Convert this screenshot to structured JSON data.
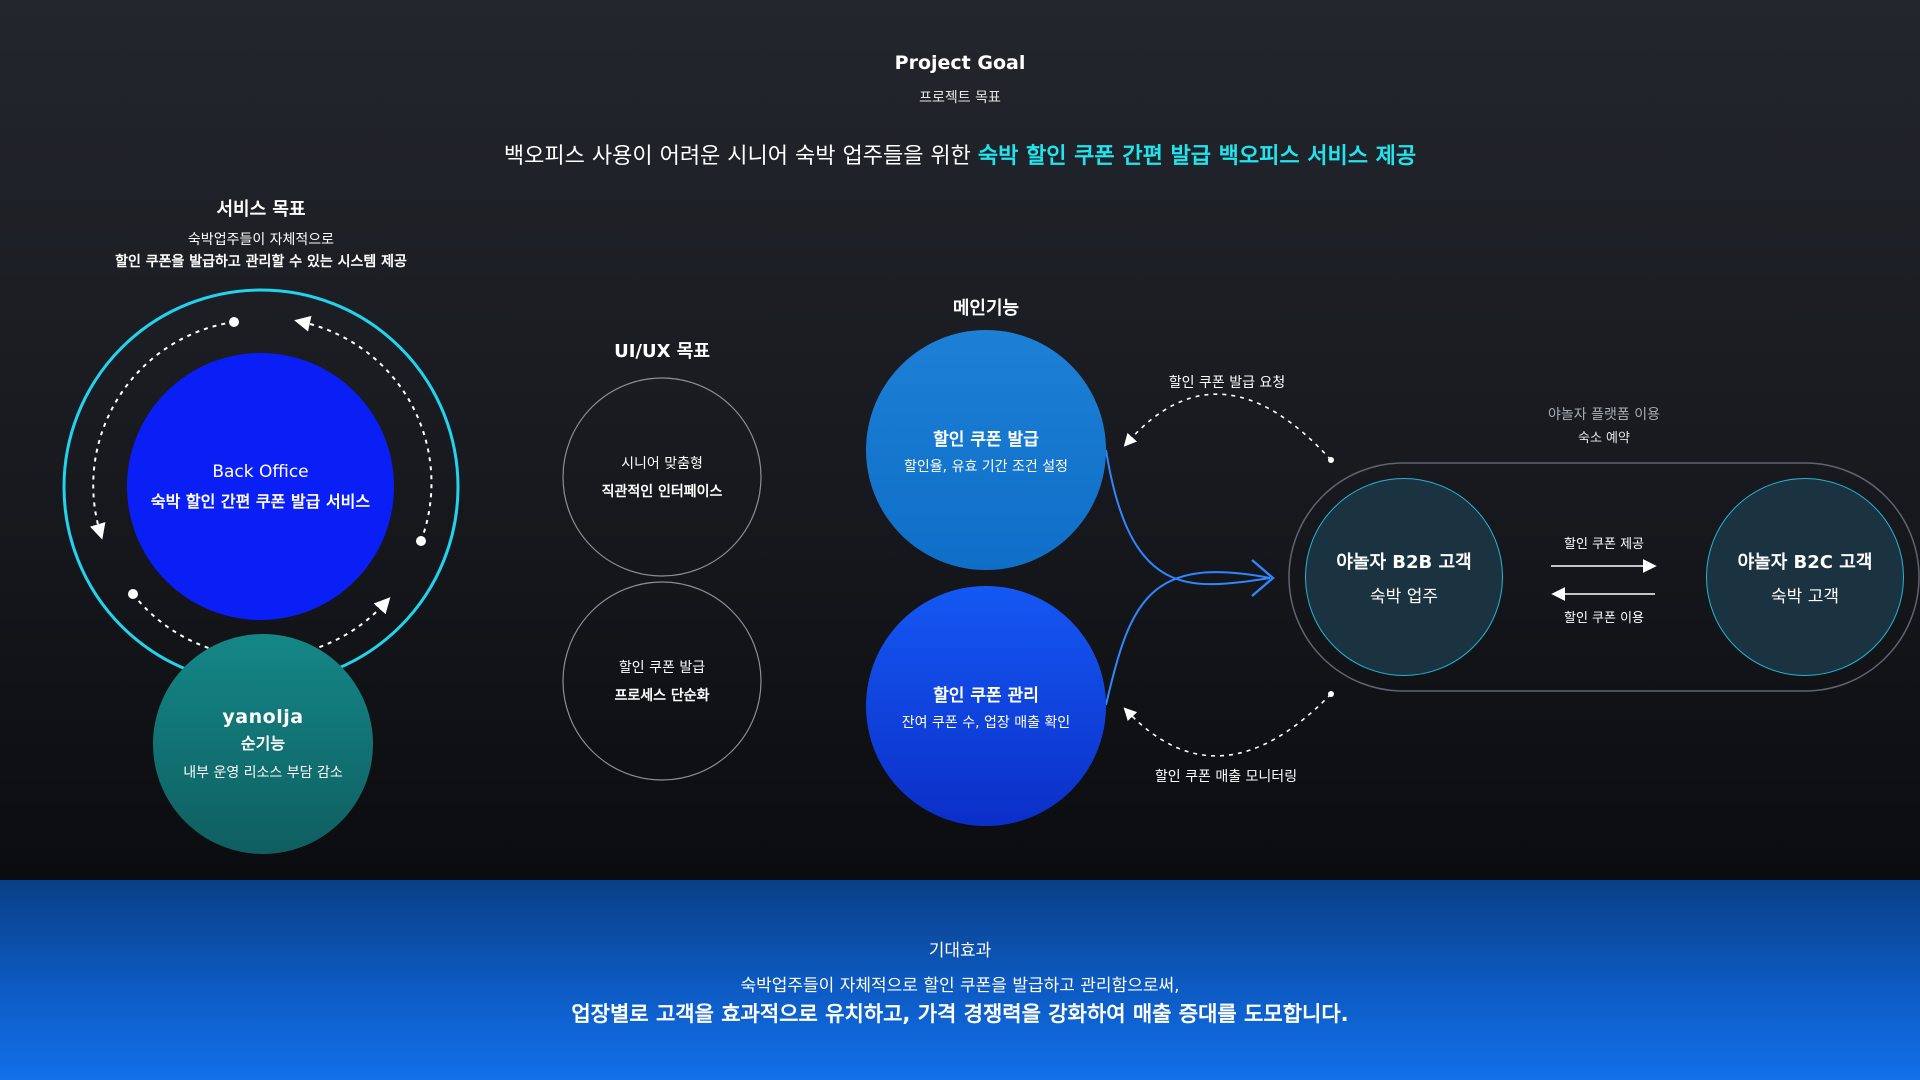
{
  "header": {
    "title": "Project Goal",
    "subtitle": "프로젝트 목표",
    "tagline_plain": "백오피스 사용이 어려운 시니어 숙박 업주들을 위한 ",
    "tagline_highlight": "숙박 할인 쿠폰 간편 발급 백오피스 서비스 제공"
  },
  "service_goal": {
    "title": "서비스 목표",
    "line1": "숙박업주들이 자체적으로",
    "line2": "할인 쿠폰을 발급하고 관리할 수 있는 시스템 제공",
    "core_line1": "Back Office",
    "core_line2": "숙박 할인 간편 쿠폰 발급 서비스",
    "yanolja_logo": "yanolja",
    "yanolja_line1": "순기능",
    "yanolja_line2": "내부 운영 리소스 부담 감소"
  },
  "uiux_goal": {
    "title": "UI/UX 목표",
    "circle1_line1": "시니어 맞춤형",
    "circle1_line2": "직관적인 인터페이스",
    "circle2_line1": "할인 쿠폰 발급",
    "circle2_line2": "프로세스 단순화"
  },
  "main_features": {
    "title": "메인기능",
    "feature1_title": "할인 쿠폰 발급",
    "feature1_desc": "할인율, 유효 기간 조건 설정",
    "feature2_title": "할인 쿠폰 관리",
    "feature2_desc": "잔여 쿠폰 수, 업장 매출 확인"
  },
  "flow": {
    "request_label": "할인 쿠폰 발급 요청",
    "monitor_label": "할인 쿠폰 매출 모니터링",
    "platform_line1": "야놀자 플랫폼 이용",
    "platform_line2": "숙소 예약",
    "b2b_line1": "야놀자 B2B 고객",
    "b2b_line2": "숙박 업주",
    "b2c_line1": "야놀자 B2C 고객",
    "b2c_line2": "숙박 고객",
    "provide_label": "할인 쿠폰 제공",
    "use_label": "할인 쿠폰 이용"
  },
  "footer": {
    "title": "기대효과",
    "line1": "숙박업주들이 자체적으로 할인 쿠폰을 발급하고 관리함으로써,",
    "line2": "업장별로 고객을 효과적으로 유치하고, 가격 경쟁력을 강화하여 매출 증대를 도모합니다."
  },
  "colors": {
    "highlight": "#22e4ee",
    "core_blue": "#0a1ff5",
    "teal": "#0f6d6d",
    "feature_blue_top": "#1d7fd6",
    "feature_blue_bottom": "#0e3fdc"
  }
}
